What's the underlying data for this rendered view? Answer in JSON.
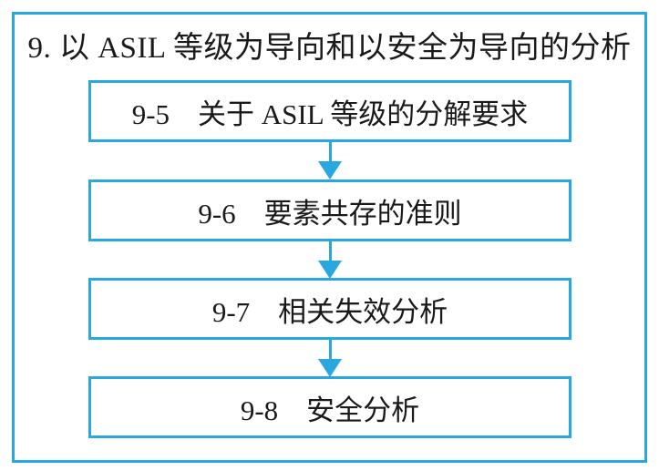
{
  "colors": {
    "accent": "#29A7E0",
    "text": "#1A1A1A",
    "background": "#FFFFFF"
  },
  "diagram": {
    "title": "9. 以 ASIL 等级为导向和以安全为导向的分析",
    "nodes": [
      {
        "label": "9-5　关于 ASIL 等级的分解要求"
      },
      {
        "label": "9-6　要素共存的准则"
      },
      {
        "label": "9-7　相关失效分析"
      },
      {
        "label": "9-8　安全分析"
      }
    ],
    "connector": "down-arrow"
  }
}
